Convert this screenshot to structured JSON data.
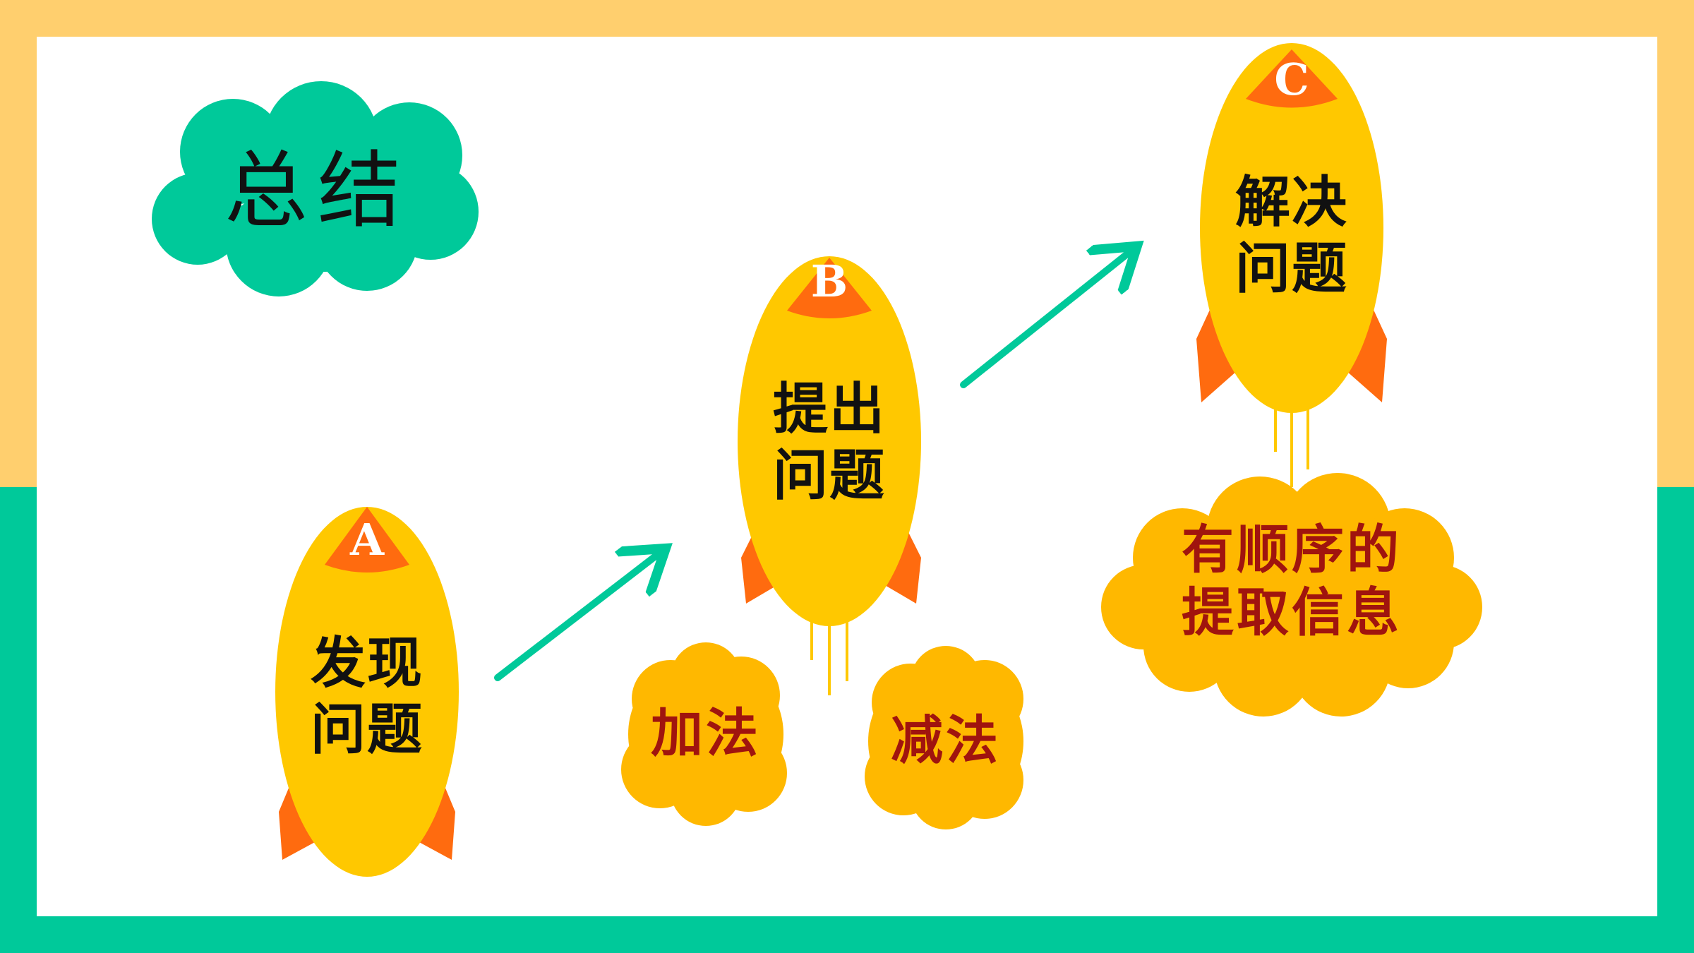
{
  "title": "总结",
  "rockets": [
    {
      "letter": "A",
      "line1": "发现",
      "line2": "问题"
    },
    {
      "letter": "B",
      "line1": "提出",
      "line2": "问题"
    },
    {
      "letter": "C",
      "line1": "解决",
      "line2": "问题"
    }
  ],
  "tags": {
    "addition": "加法",
    "subtraction": "减法",
    "ordered_line1": "有顺序的",
    "ordered_line2": "提取信息"
  },
  "colors": {
    "frame_top": "#FFCF6E",
    "frame_bottom": "#00C99A",
    "title_cloud": "#00C99A",
    "rocket_body": "#FFC800",
    "rocket_accent": "#FF6B0F",
    "arrow": "#00C99A",
    "tag_cloud": "#FFB800",
    "tag_text": "#A0140E"
  }
}
